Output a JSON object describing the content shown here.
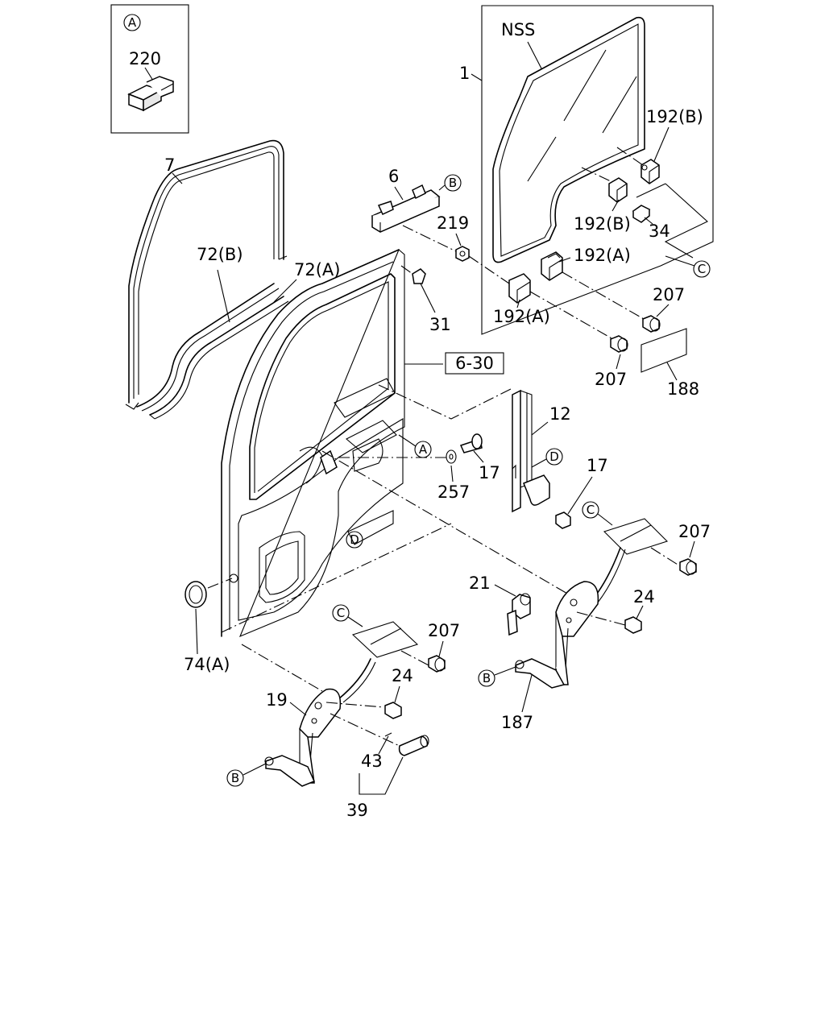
{
  "inset": {
    "ref": "A",
    "part": "220"
  },
  "glass": {
    "label": "NSS",
    "part": "1"
  },
  "labels": {
    "p7": "7",
    "p72b": "72(B)",
    "p72a": "72(A)",
    "p6": "6",
    "p219": "219",
    "p31": "31",
    "p630": "6-30",
    "p192b_top": "192(B)",
    "p192b_mid": "192(B)",
    "p34": "34",
    "p192a_r": "192(A)",
    "p192a_l": "192(A)",
    "p207_a": "207",
    "p207_b": "207",
    "p188": "188",
    "p12": "12",
    "p17_a": "17",
    "p17_b": "17",
    "p257": "257",
    "p207_c": "207",
    "p21": "21",
    "p24_a": "24",
    "p24_b": "24",
    "p207_d": "207",
    "p74a": "74(A)",
    "p19": "19",
    "p43": "43",
    "p39": "39",
    "p187": "187"
  },
  "refs": {
    "A": "A",
    "B": "B",
    "C": "C",
    "D": "D"
  }
}
